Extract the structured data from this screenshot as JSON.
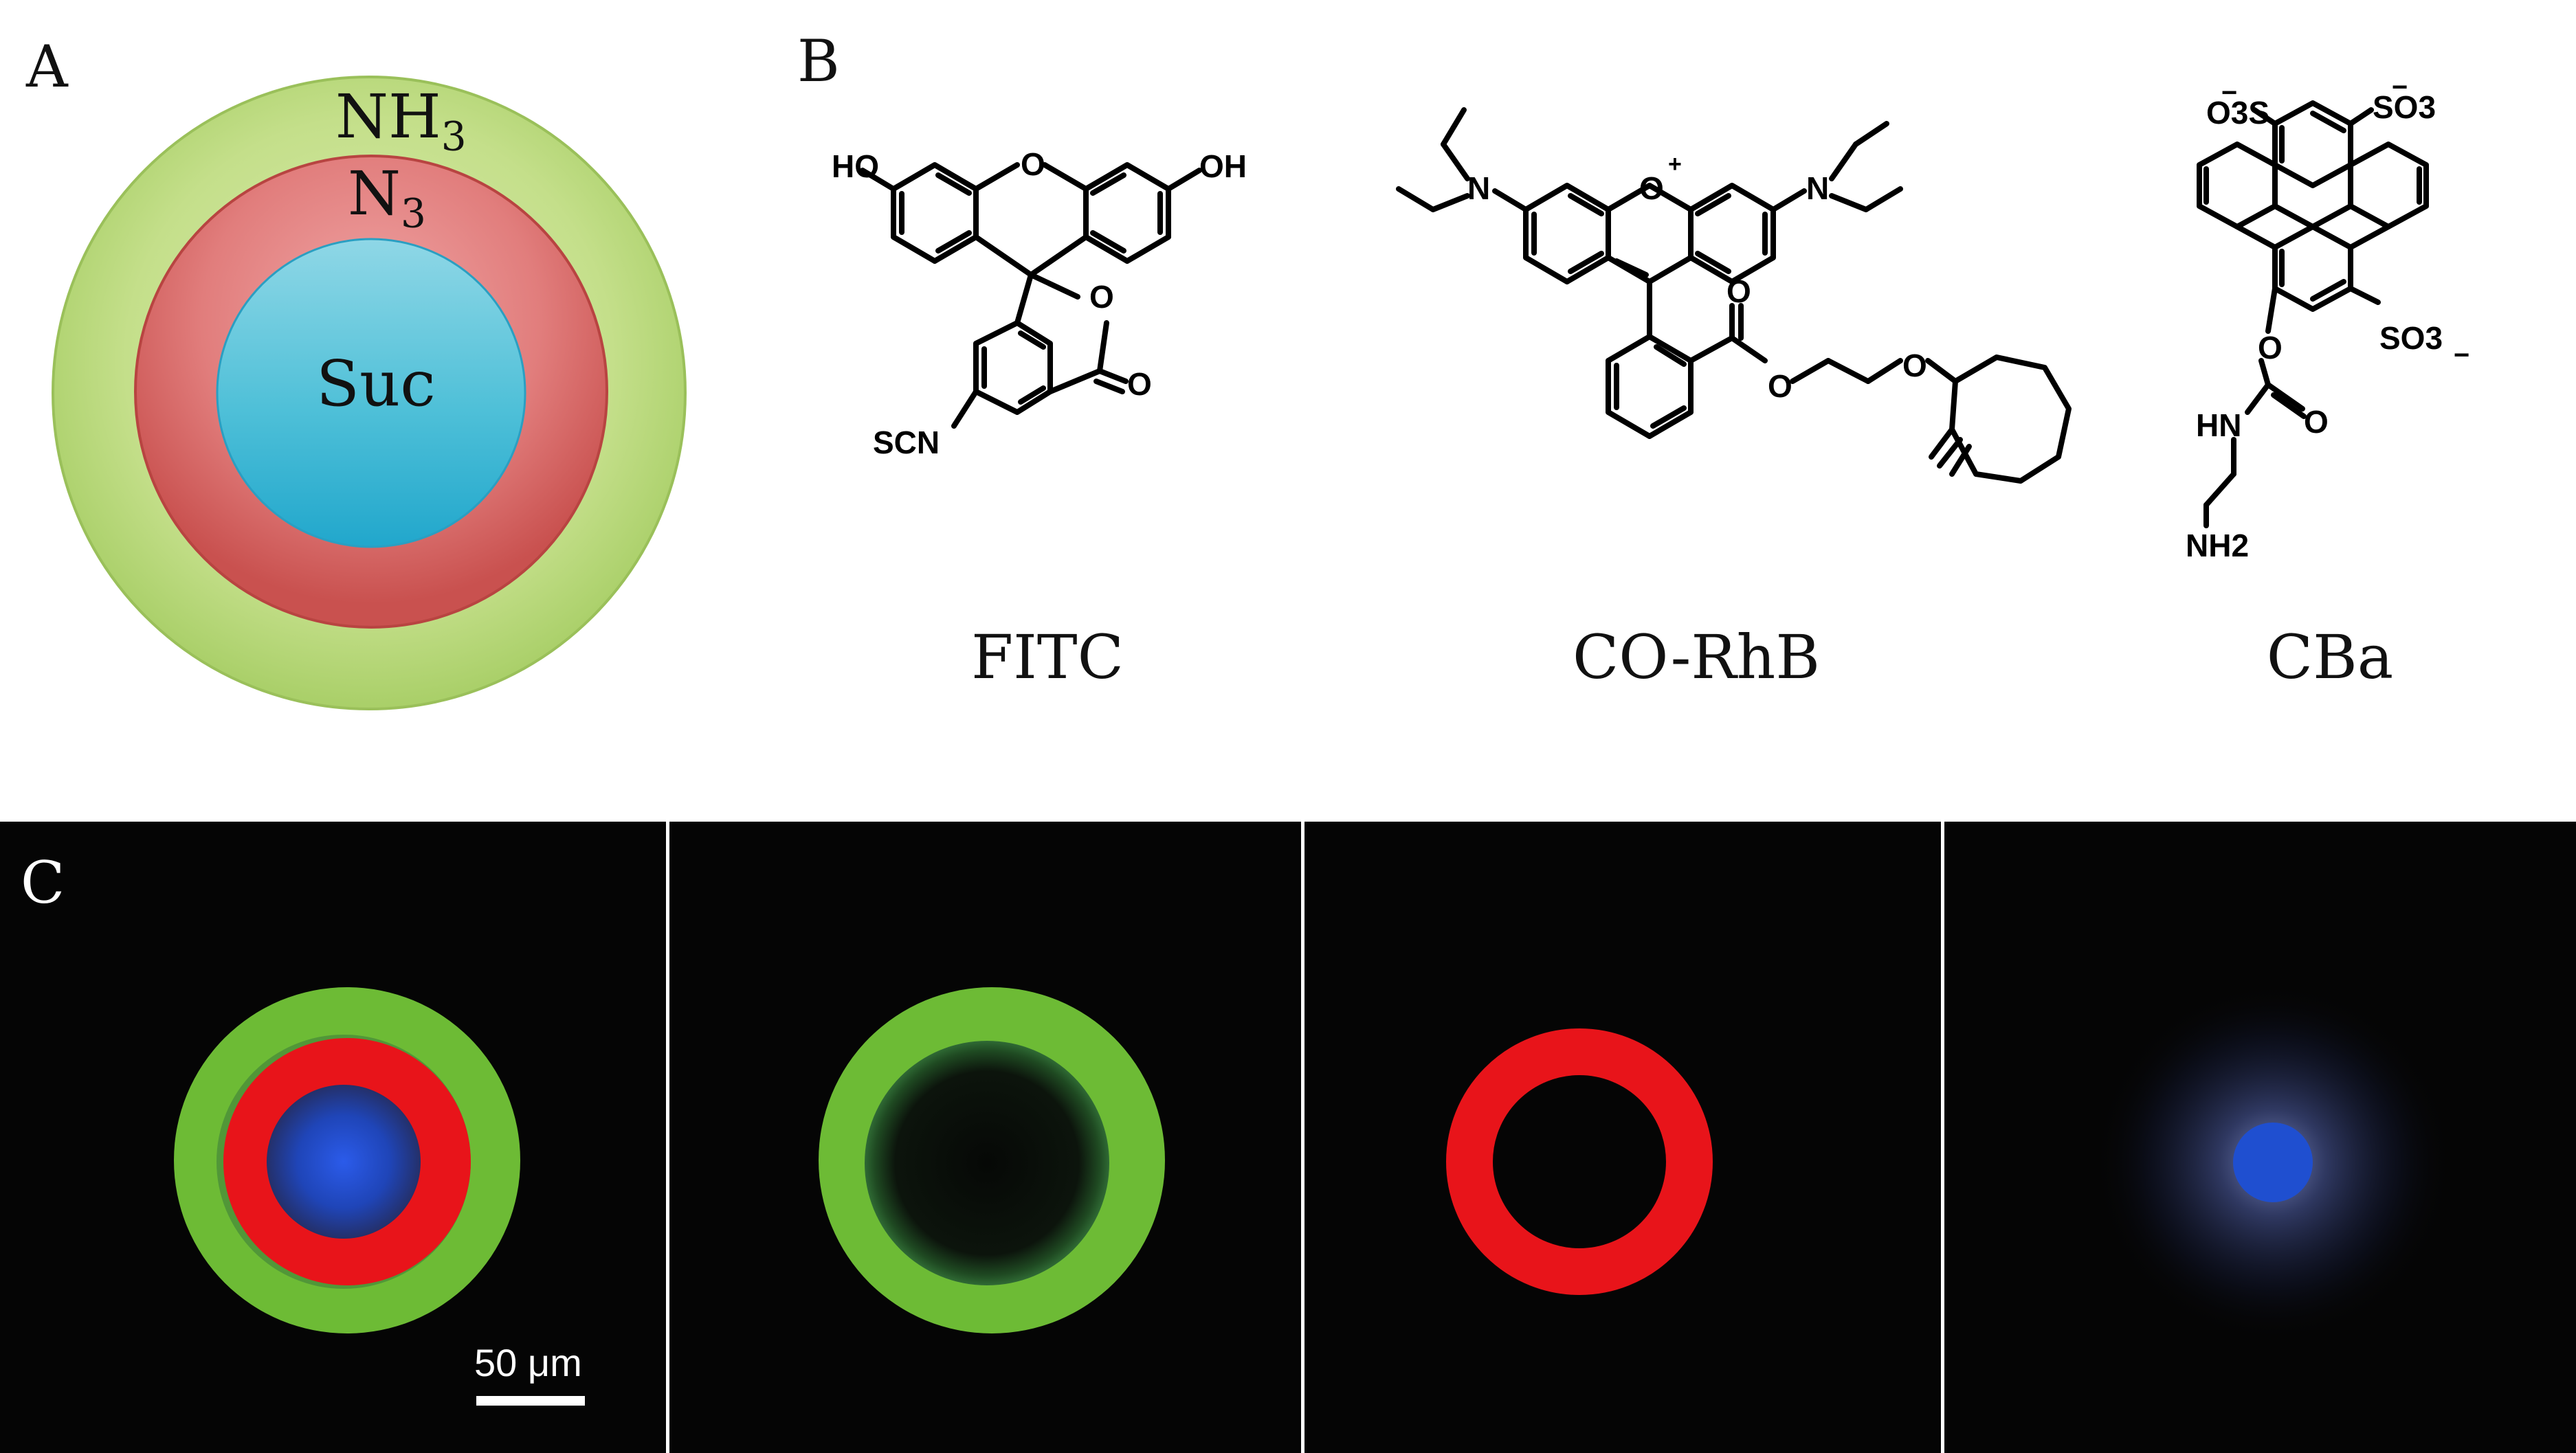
{
  "panels": {
    "a": {
      "letter": "A",
      "layers": {
        "outer": {
          "main": "NH",
          "sub": "3"
        },
        "middle": {
          "main": "N",
          "sub": "3"
        },
        "core": "Suc"
      }
    },
    "b": {
      "letter": "B",
      "fitc": {
        "caption": "FITC",
        "atoms": {
          "ho_left": "HO",
          "oh_right": "OH",
          "ring_o": "O",
          "lactone_o": "O",
          "carbonyl_o": "O",
          "scn": "SCN"
        }
      },
      "corhb": {
        "caption": "CO-RhB",
        "atoms": {
          "n_left": "N",
          "n_right": "N",
          "o_plus": "O",
          "plus": "+",
          "ester_o1": "O",
          "ester_o2": "O",
          "ether_o": "O"
        }
      },
      "cba": {
        "caption": "CBa",
        "atoms": {
          "so3_tl": "O3S",
          "so3_tr": "SO3",
          "so3_br": "SO3",
          "minus": "−",
          "o_link": "O",
          "carbonyl_o": "O",
          "hn": "HN",
          "nh2": "NH2"
        }
      }
    },
    "c": {
      "letter": "C",
      "scale_bar": "50 μm"
    }
  },
  "colors": {
    "outer_green": "#b9d97a",
    "middle_red": "#e07a78",
    "core_blue": "#5cc6dc",
    "micro_green": "#6dbb35",
    "micro_red": "#e8141a",
    "micro_blue": "#1f4fd0",
    "micro_bg": "#050505"
  }
}
